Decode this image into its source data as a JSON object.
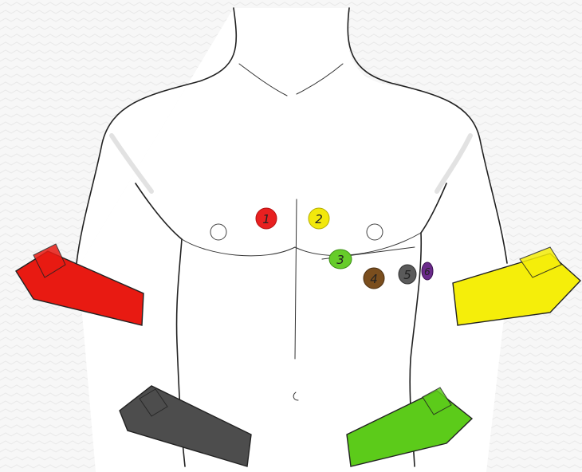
{
  "electrodes": [
    {
      "label": "1",
      "color": "#e82020"
    },
    {
      "label": "2",
      "color": "#f2e80c"
    },
    {
      "label": "3",
      "color": "#66cc2a"
    },
    {
      "label": "4",
      "color": "#7a4e1e"
    },
    {
      "label": "5",
      "color": "#5a5a5a"
    },
    {
      "label": "6",
      "color": "#6a2a8a"
    }
  ],
  "limb_leads": [
    {
      "name": "right-arm",
      "color": "#e81a12"
    },
    {
      "name": "left-arm",
      "color": "#f5ee0a"
    },
    {
      "name": "right-leg",
      "color": "#4d4d4d"
    },
    {
      "name": "left-leg",
      "color": "#5ccb1a"
    }
  ]
}
